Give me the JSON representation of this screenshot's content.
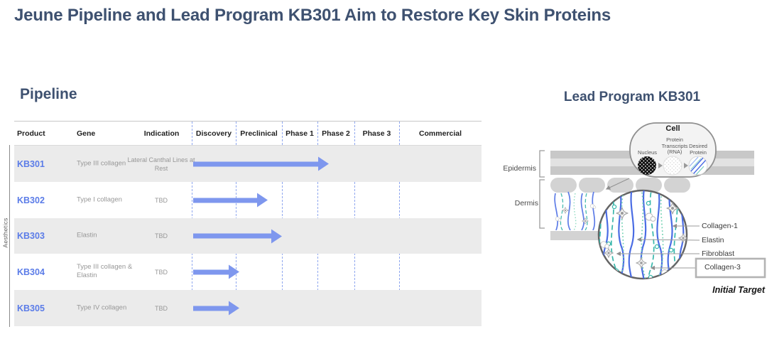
{
  "title": "Jeune Pipeline and Lead Program KB301 Aim to Restore Key Skin Proteins",
  "colors": {
    "heading_slate": "#3e5170",
    "product_blue": "#5b7ce8",
    "arrow_blue": "#7e97ee",
    "dashed_line_blue": "#8fa7ef",
    "collagen1_blue": "#4a6ce4",
    "elastin_teal": "#38b7ab",
    "collagen3_green": "#74d2b4",
    "row_gray": "#ebebeb"
  },
  "pipeline": {
    "heading": "Pipeline",
    "side_label": "Aesthetics",
    "columns": [
      "Product",
      "Gene",
      "Indication",
      "Discovery",
      "Preclinical",
      "Phase 1",
      "Phase 2",
      "Phase 3",
      "Commercial"
    ],
    "rows": [
      {
        "product": "KB301",
        "gene": "Type III collagen",
        "indication": "Lateral Canthal Lines at Rest",
        "arrow_width": 176
      },
      {
        "product": "KB302",
        "gene": "Type I collagen",
        "indication": "TBD",
        "arrow_width": 90
      },
      {
        "product": "KB303",
        "gene": "Elastin",
        "indication": "TBD",
        "arrow_width": 110
      },
      {
        "product": "KB304",
        "gene": "Type III collagen & Elastin",
        "indication": "TBD",
        "arrow_width": 50
      },
      {
        "product": "KB305",
        "gene": "Type IV collagen",
        "indication": "TBD",
        "arrow_width": 50
      }
    ]
  },
  "lead": {
    "heading": "Lead Program KB301",
    "cell": {
      "title": "Cell",
      "nucleus": "Nucleus",
      "transcripts": "Protein Transcripts (RNA)",
      "protein": "Desired Protein"
    },
    "skin": {
      "epidermis": "Epidermis",
      "dermis": "Dermis"
    },
    "annotations": [
      "Collagen-1",
      "Elastin",
      "Fibroblast",
      "Collagen-3"
    ],
    "initial_target": "Initial Target"
  }
}
